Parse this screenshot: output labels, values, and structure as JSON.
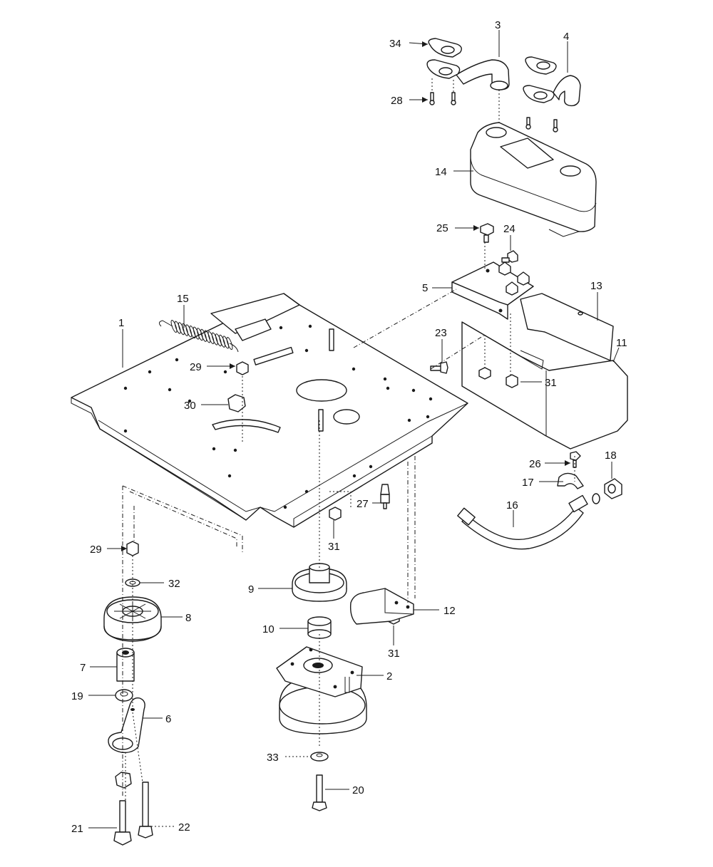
{
  "callouts": {
    "c1": "1",
    "c2": "2",
    "c3": "3",
    "c4": "4",
    "c5": "5",
    "c6": "6",
    "c7": "7",
    "c8": "8",
    "c9": "9",
    "c10": "10",
    "c11": "11",
    "c12": "12",
    "c13": "13",
    "c14": "14",
    "c15": "15",
    "c16": "16",
    "c17": "17",
    "c18": "18",
    "c19": "19",
    "c20": "20",
    "c21": "21",
    "c22": "22",
    "c23": "23",
    "c24": "24",
    "c25": "25",
    "c26": "26",
    "c27": "27",
    "c28": "28",
    "c29a": "29",
    "c29b": "29",
    "c30": "30",
    "c31a": "31",
    "c31b": "31",
    "c31c": "31",
    "c32": "32",
    "c33": "33",
    "c34": "34"
  },
  "colors": {
    "line": "#1a1a1a",
    "background": "#ffffff"
  }
}
